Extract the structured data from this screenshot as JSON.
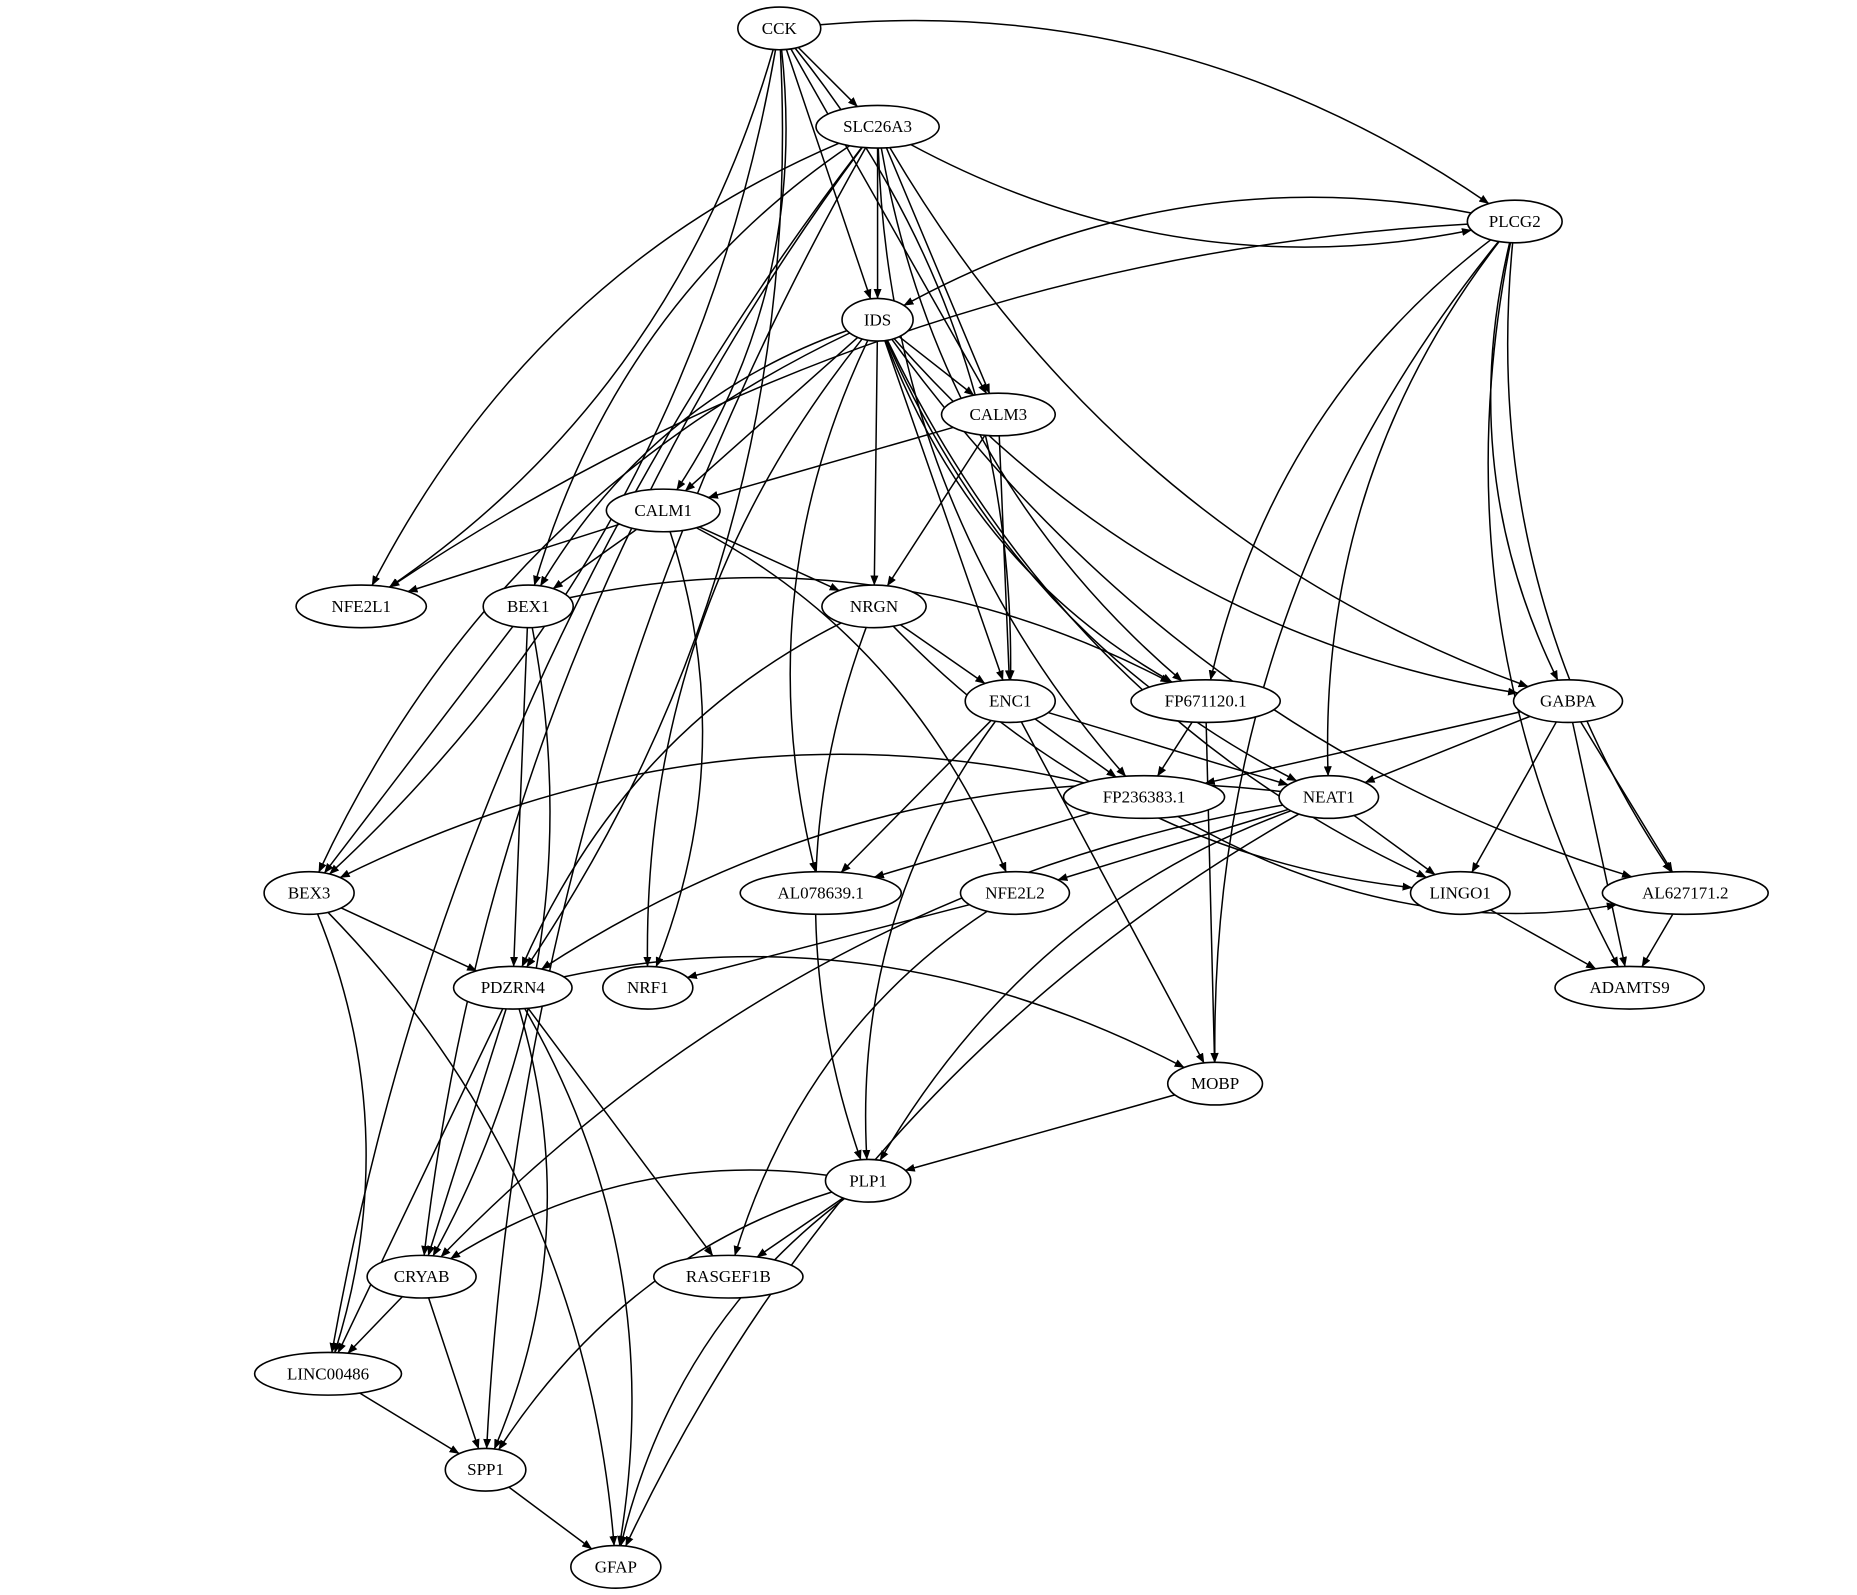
{
  "diagram": {
    "type": "directed-graph",
    "colors": {
      "background": "#ffffff",
      "stroke": "#000000",
      "text": "#000000"
    },
    "nodes": [
      {
        "id": "CCK",
        "label": "CCK"
      },
      {
        "id": "SLC26A3",
        "label": "SLC26A3"
      },
      {
        "id": "PLCG2",
        "label": "PLCG2"
      },
      {
        "id": "IDS",
        "label": "IDS"
      },
      {
        "id": "CALM3",
        "label": "CALM3"
      },
      {
        "id": "CALM1",
        "label": "CALM1"
      },
      {
        "id": "NFE2L1",
        "label": "NFE2L1"
      },
      {
        "id": "BEX1",
        "label": "BEX1"
      },
      {
        "id": "NRGN",
        "label": "NRGN"
      },
      {
        "id": "ENC1",
        "label": "ENC1"
      },
      {
        "id": "FP671120.1",
        "label": "FP671120.1"
      },
      {
        "id": "GABPA",
        "label": "GABPA"
      },
      {
        "id": "FP236383.1",
        "label": "FP236383.1"
      },
      {
        "id": "NEAT1",
        "label": "NEAT1"
      },
      {
        "id": "BEX3",
        "label": "BEX3"
      },
      {
        "id": "AL078639.1",
        "label": "AL078639.1"
      },
      {
        "id": "NFE2L2",
        "label": "NFE2L2"
      },
      {
        "id": "LINGO1",
        "label": "LINGO1"
      },
      {
        "id": "AL627171.2",
        "label": "AL627171.2"
      },
      {
        "id": "PDZRN4",
        "label": "PDZRN4"
      },
      {
        "id": "NRF1",
        "label": "NRF1"
      },
      {
        "id": "ADAMTS9",
        "label": "ADAMTS9"
      },
      {
        "id": "MOBP",
        "label": "MOBP"
      },
      {
        "id": "PLP1",
        "label": "PLP1"
      },
      {
        "id": "CRYAB",
        "label": "CRYAB"
      },
      {
        "id": "RASGEF1B",
        "label": "RASGEF1B"
      },
      {
        "id": "LINC00486",
        "label": "LINC00486"
      },
      {
        "id": "SPP1",
        "label": "SPP1"
      },
      {
        "id": "GFAP",
        "label": "GFAP"
      }
    ],
    "edges": [
      [
        "CCK",
        "SLC26A3"
      ],
      [
        "CCK",
        "PLCG2"
      ],
      [
        "CCK",
        "IDS"
      ],
      [
        "CCK",
        "CALM3"
      ],
      [
        "CCK",
        "CALM1"
      ],
      [
        "CCK",
        "NFE2L1"
      ],
      [
        "CCK",
        "ENC1"
      ],
      [
        "CCK",
        "BEX3"
      ],
      [
        "CCK",
        "PDZRN4"
      ],
      [
        "SLC26A3",
        "PLCG2"
      ],
      [
        "SLC26A3",
        "IDS"
      ],
      [
        "SLC26A3",
        "CALM3"
      ],
      [
        "SLC26A3",
        "NFE2L1"
      ],
      [
        "SLC26A3",
        "BEX1"
      ],
      [
        "SLC26A3",
        "FP671120.1"
      ],
      [
        "SLC26A3",
        "GABPA"
      ],
      [
        "SLC26A3",
        "FP236383.1"
      ],
      [
        "SLC26A3",
        "CRYAB"
      ],
      [
        "SLC26A3",
        "LINC00486"
      ],
      [
        "SLC26A3",
        "SPP1"
      ],
      [
        "PLCG2",
        "IDS"
      ],
      [
        "PLCG2",
        "NFE2L1"
      ],
      [
        "PLCG2",
        "FP671120.1"
      ],
      [
        "PLCG2",
        "GABPA"
      ],
      [
        "PLCG2",
        "NEAT1"
      ],
      [
        "PLCG2",
        "AL627171.2"
      ],
      [
        "PLCG2",
        "ADAMTS9"
      ],
      [
        "PLCG2",
        "MOBP"
      ],
      [
        "IDS",
        "CALM3"
      ],
      [
        "IDS",
        "CALM1"
      ],
      [
        "IDS",
        "BEX1"
      ],
      [
        "IDS",
        "NRGN"
      ],
      [
        "IDS",
        "ENC1"
      ],
      [
        "IDS",
        "FP671120.1"
      ],
      [
        "IDS",
        "GABPA"
      ],
      [
        "IDS",
        "NEAT1"
      ],
      [
        "IDS",
        "LINGO1"
      ],
      [
        "IDS",
        "AL627171.2"
      ],
      [
        "IDS",
        "BEX3"
      ],
      [
        "IDS",
        "AL078639.1"
      ],
      [
        "IDS",
        "NRF1"
      ],
      [
        "CALM3",
        "CALM1"
      ],
      [
        "CALM3",
        "NRGN"
      ],
      [
        "CALM3",
        "ENC1"
      ],
      [
        "CALM1",
        "NFE2L1"
      ],
      [
        "CALM1",
        "BEX1"
      ],
      [
        "CALM1",
        "NRGN"
      ],
      [
        "CALM1",
        "NFE2L2"
      ],
      [
        "CALM1",
        "NRF1"
      ],
      [
        "BEX1",
        "FP671120.1"
      ],
      [
        "BEX1",
        "BEX3"
      ],
      [
        "BEX1",
        "PDZRN4"
      ],
      [
        "BEX1",
        "CRYAB"
      ],
      [
        "NRGN",
        "ENC1"
      ],
      [
        "NRGN",
        "LINGO1"
      ],
      [
        "NRGN",
        "PDZRN4"
      ],
      [
        "NRGN",
        "PLP1"
      ],
      [
        "ENC1",
        "FP236383.1"
      ],
      [
        "ENC1",
        "NEAT1"
      ],
      [
        "ENC1",
        "AL078639.1"
      ],
      [
        "ENC1",
        "MOBP"
      ],
      [
        "ENC1",
        "PLP1"
      ],
      [
        "FP671120.1",
        "FP236383.1"
      ],
      [
        "FP671120.1",
        "MOBP"
      ],
      [
        "GABPA",
        "FP236383.1"
      ],
      [
        "GABPA",
        "NEAT1"
      ],
      [
        "GABPA",
        "LINGO1"
      ],
      [
        "GABPA",
        "AL627171.2"
      ],
      [
        "GABPA",
        "ADAMTS9"
      ],
      [
        "FP236383.1",
        "BEX3"
      ],
      [
        "FP236383.1",
        "AL078639.1"
      ],
      [
        "FP236383.1",
        "AL627171.2"
      ],
      [
        "NEAT1",
        "NFE2L2"
      ],
      [
        "NEAT1",
        "LINGO1"
      ],
      [
        "NEAT1",
        "PDZRN4"
      ],
      [
        "NEAT1",
        "CRYAB"
      ],
      [
        "NEAT1",
        "PLP1"
      ],
      [
        "NEAT1",
        "GFAP"
      ],
      [
        "BEX3",
        "PDZRN4"
      ],
      [
        "BEX3",
        "LINC00486"
      ],
      [
        "BEX3",
        "GFAP"
      ],
      [
        "NFE2L2",
        "NRF1"
      ],
      [
        "NFE2L2",
        "RASGEF1B"
      ],
      [
        "LINGO1",
        "ADAMTS9"
      ],
      [
        "AL627171.2",
        "ADAMTS9"
      ],
      [
        "PDZRN4",
        "MOBP"
      ],
      [
        "PDZRN4",
        "CRYAB"
      ],
      [
        "PDZRN4",
        "RASGEF1B"
      ],
      [
        "PDZRN4",
        "LINC00486"
      ],
      [
        "PDZRN4",
        "SPP1"
      ],
      [
        "PDZRN4",
        "GFAP"
      ],
      [
        "MOBP",
        "PLP1"
      ],
      [
        "PLP1",
        "CRYAB"
      ],
      [
        "PLP1",
        "RASGEF1B"
      ],
      [
        "PLP1",
        "SPP1"
      ],
      [
        "PLP1",
        "GFAP"
      ],
      [
        "CRYAB",
        "LINC00486"
      ],
      [
        "CRYAB",
        "SPP1"
      ],
      [
        "LINC00486",
        "SPP1"
      ],
      [
        "SPP1",
        "GFAP"
      ]
    ]
  }
}
